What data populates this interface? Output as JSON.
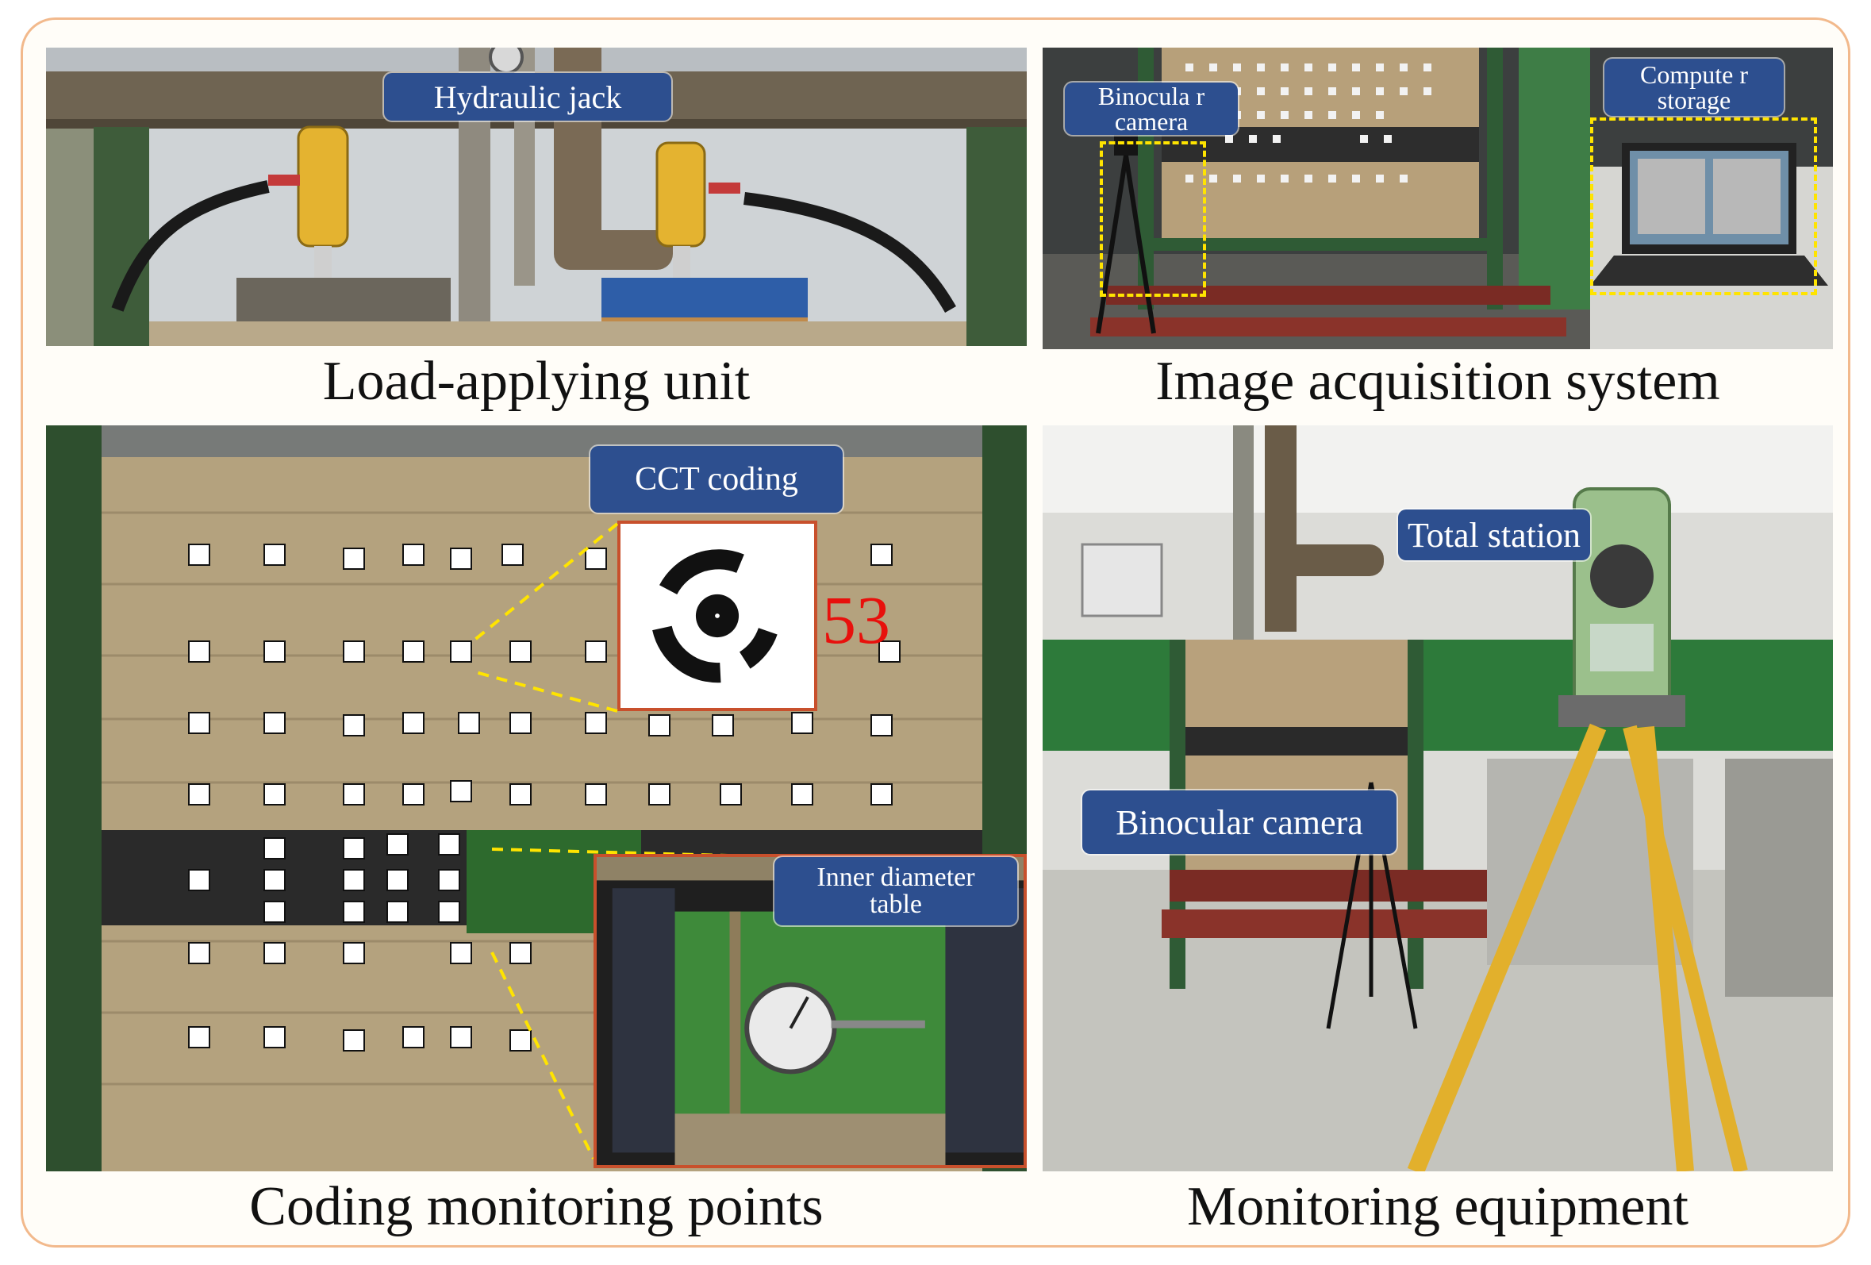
{
  "panels": {
    "top_left": {
      "caption": "Load-applying unit",
      "labels": {
        "hydraulic_jack": "Hydraulic jack"
      }
    },
    "top_right": {
      "caption": "Image acquisition system",
      "labels": {
        "binocular_camera": "Binocula r camera",
        "computer_storage": "Compute r storage"
      }
    },
    "bottom_left": {
      "caption": "Coding monitoring points",
      "labels": {
        "cct_coding": "CCT coding",
        "inner_diameter_table": "Inner diameter table"
      },
      "cct_number": "53"
    },
    "bottom_right": {
      "caption": "Monitoring equipment",
      "labels": {
        "total_station": "Total station",
        "binocular_camera": "Binocular camera"
      }
    }
  },
  "colors": {
    "label_bg": "#2d4f8f",
    "frame_border": "#f2b98c",
    "dash": "#ffe400",
    "number": "#e8100c"
  }
}
